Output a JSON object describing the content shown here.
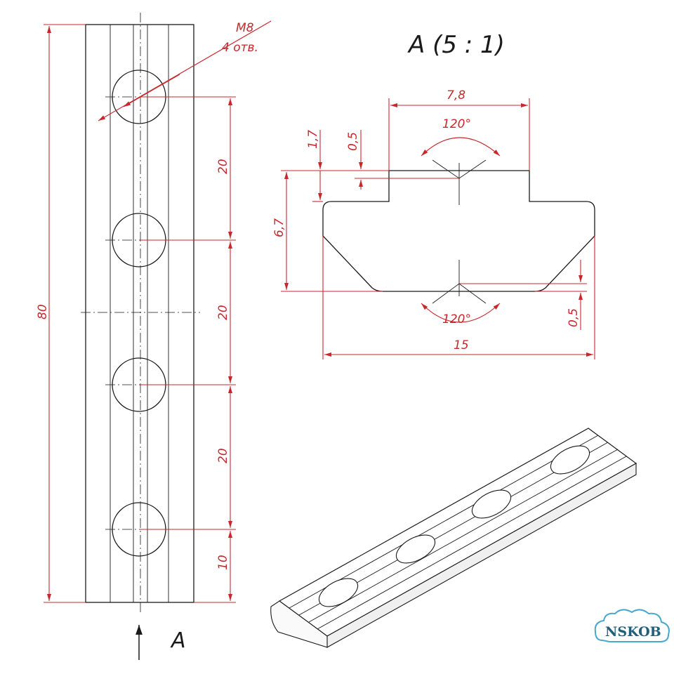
{
  "drawing": {
    "front_view": {
      "dims": {
        "overall_length": "80",
        "pitch_1": "20",
        "pitch_2": "20",
        "pitch_3": "20",
        "end_offset": "10"
      },
      "thread_note_line1": "M8",
      "thread_note_line2": "4 отв.",
      "view_arrow_label": "A"
    },
    "section_view": {
      "title": "A (5 : 1)",
      "dims": {
        "top_width": "7,8",
        "top_angle": "120°",
        "step_height": "1,7",
        "top_depth": "0,5",
        "total_height": "6,7",
        "bottom_angle": "120°",
        "bottom_depth": "0,5",
        "total_width": "15"
      }
    }
  },
  "logo": {
    "text": "NSKOB",
    "color": "#1f5f7a"
  },
  "colors": {
    "dimension": "#c8282d",
    "ink": "#1a1a1a"
  }
}
